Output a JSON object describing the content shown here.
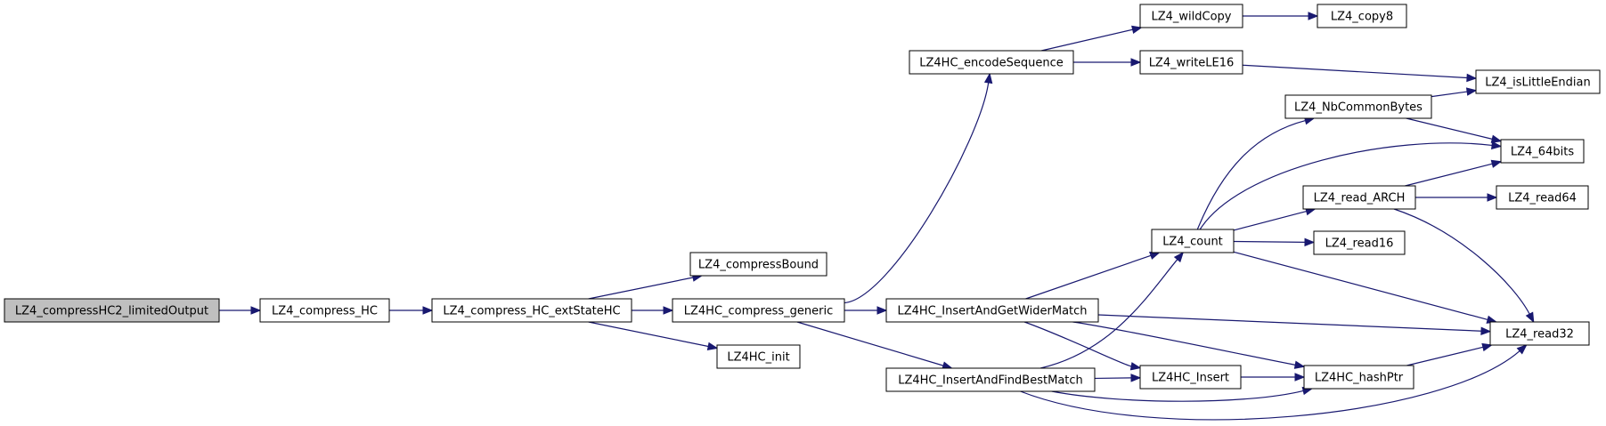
{
  "nodes": [
    {
      "id": "root",
      "label": "LZ4_compressHC2_limitedOutput",
      "root": true
    },
    {
      "id": "chc",
      "label": "LZ4_compress_HC"
    },
    {
      "id": "ext",
      "label": "LZ4_compress_HC_extStateHC"
    },
    {
      "id": "bound",
      "label": "LZ4_compressBound"
    },
    {
      "id": "gen",
      "label": "LZ4HC_compress_generic"
    },
    {
      "id": "init",
      "label": "LZ4HC_init"
    },
    {
      "id": "enc",
      "label": "LZ4HC_encodeSequence"
    },
    {
      "id": "wide",
      "label": "LZ4HC_InsertAndGetWiderMatch"
    },
    {
      "id": "best",
      "label": "LZ4HC_InsertAndFindBestMatch"
    },
    {
      "id": "wild",
      "label": "LZ4_wildCopy"
    },
    {
      "id": "wle",
      "label": "LZ4_writeLE16"
    },
    {
      "id": "copy8",
      "label": "LZ4_copy8"
    },
    {
      "id": "isle",
      "label": "LZ4_isLittleEndian"
    },
    {
      "id": "ncb",
      "label": "LZ4_NbCommonBytes"
    },
    {
      "id": "b64",
      "label": "LZ4_64bits"
    },
    {
      "id": "count",
      "label": "LZ4_count"
    },
    {
      "id": "arch",
      "label": "LZ4_read_ARCH"
    },
    {
      "id": "r64",
      "label": "LZ4_read64"
    },
    {
      "id": "r16",
      "label": "LZ4_read16"
    },
    {
      "id": "r32",
      "label": "LZ4_read32"
    },
    {
      "id": "ins",
      "label": "LZ4HC_Insert"
    },
    {
      "id": "hash",
      "label": "LZ4HC_hashPtr"
    }
  ],
  "edges": [
    {
      "from": "root",
      "to": "chc"
    },
    {
      "from": "chc",
      "to": "ext"
    },
    {
      "from": "ext",
      "to": "bound"
    },
    {
      "from": "ext",
      "to": "gen"
    },
    {
      "from": "ext",
      "to": "init"
    },
    {
      "from": "gen",
      "to": "enc"
    },
    {
      "from": "gen",
      "to": "wide"
    },
    {
      "from": "gen",
      "to": "best"
    },
    {
      "from": "enc",
      "to": "wild"
    },
    {
      "from": "enc",
      "to": "wle"
    },
    {
      "from": "wild",
      "to": "copy8"
    },
    {
      "from": "wle",
      "to": "isle"
    },
    {
      "from": "ncb",
      "to": "isle"
    },
    {
      "from": "ncb",
      "to": "b64"
    },
    {
      "from": "count",
      "to": "ncb"
    },
    {
      "from": "count",
      "to": "b64"
    },
    {
      "from": "count",
      "to": "arch"
    },
    {
      "from": "count",
      "to": "r16"
    },
    {
      "from": "count",
      "to": "r32"
    },
    {
      "from": "arch",
      "to": "b64"
    },
    {
      "from": "arch",
      "to": "r64"
    },
    {
      "from": "arch",
      "to": "r32"
    },
    {
      "from": "wide",
      "to": "count"
    },
    {
      "from": "wide",
      "to": "r32"
    },
    {
      "from": "wide",
      "to": "ins"
    },
    {
      "from": "wide",
      "to": "hash"
    },
    {
      "from": "best",
      "to": "count"
    },
    {
      "from": "best",
      "to": "ins"
    },
    {
      "from": "best",
      "to": "hash"
    },
    {
      "from": "best",
      "to": "r32"
    },
    {
      "from": "ins",
      "to": "hash"
    },
    {
      "from": "hash",
      "to": "r32"
    }
  ]
}
